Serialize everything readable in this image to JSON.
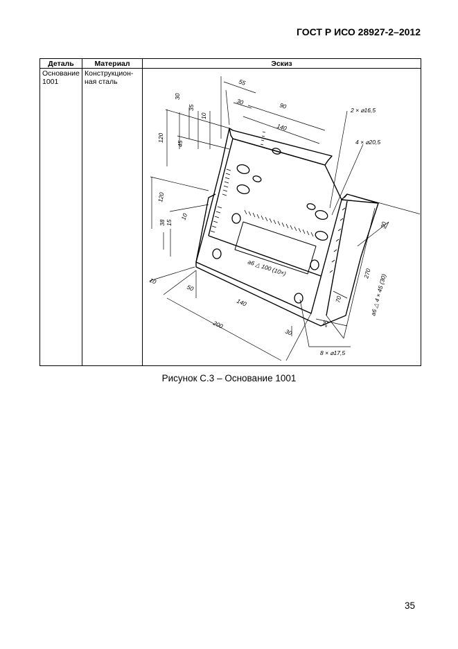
{
  "header": {
    "standard": "ГОСТ Р ИСО 28927-2–2012"
  },
  "table": {
    "columns": [
      "Деталь",
      "Материал",
      "Эскиз"
    ],
    "row": {
      "part": [
        "Основание",
        "1001"
      ],
      "material": [
        "Конструкцион-",
        "ная сталь"
      ]
    }
  },
  "sketch": {
    "dims": {
      "d55": "55",
      "d30a": "30",
      "d90": "90",
      "d140a": "140",
      "d30v": "30",
      "d35": "35",
      "d10a": "10",
      "d120a": "120",
      "d45": "45",
      "d120b": "120",
      "d38": "38",
      "d15": "15",
      "d10b": "10",
      "d10c": "10",
      "d50": "50",
      "d140b": "140",
      "d200": "200",
      "d30b": "30",
      "d270": "270",
      "d30c": "30",
      "d70": "70",
      "d25": "25"
    },
    "callouts": {
      "holes_small": "2 × ⌀16,5",
      "holes_mid": "4 × ⌀20,5",
      "holes_bottom": "8 × ⌀17,5",
      "weld_inner": "a6 △ 100 (10×)",
      "weld_outer": "a6 △ 4 × 45 (30)"
    }
  },
  "caption": "Рисунок С.3 – Основание 1001",
  "page_number": "35"
}
